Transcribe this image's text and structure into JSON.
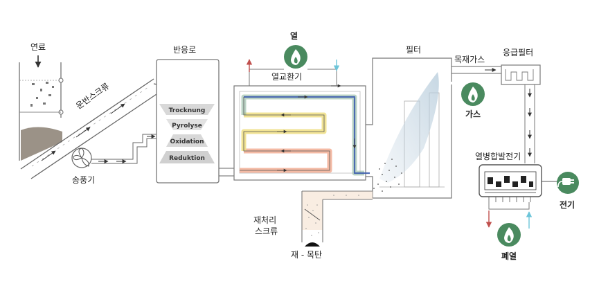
{
  "labels": {
    "fuel": "연료",
    "conveyor_screw": "운반스크류",
    "blower": "송풍기",
    "reactor": "반응로",
    "heat_out": "열",
    "heat_exchanger": "열교환기",
    "filter": "필터",
    "wood_gas": "목재가스",
    "condensate_filter": "응급필터",
    "gas": "가스",
    "chp": "열병합발전기",
    "electricity": "전기",
    "ash_screw_line1": "재처리",
    "ash_screw_line2": "스크류",
    "ash_charcoal": "재 - 목탄",
    "waste_heat": "폐열"
  },
  "reactor_stages": [
    "Trocknung",
    "Pyrolyse",
    "Oxidation",
    "Reduktion"
  ],
  "icons": {
    "heat": "flame-icon",
    "gas": "flame-icon",
    "waste_heat": "flame-icon",
    "electricity": "plug-icon",
    "blower": "fan-icon"
  },
  "colors": {
    "icon_green": "#4a8a5f",
    "hot_flow": "#f3b39a",
    "warm_flow": "#f0e08a",
    "cool_flow": "#8fb8a0",
    "cold_flow": "#3f5fae",
    "arrow_red": "#c0504d",
    "arrow_cyan": "#6cc5d9"
  }
}
